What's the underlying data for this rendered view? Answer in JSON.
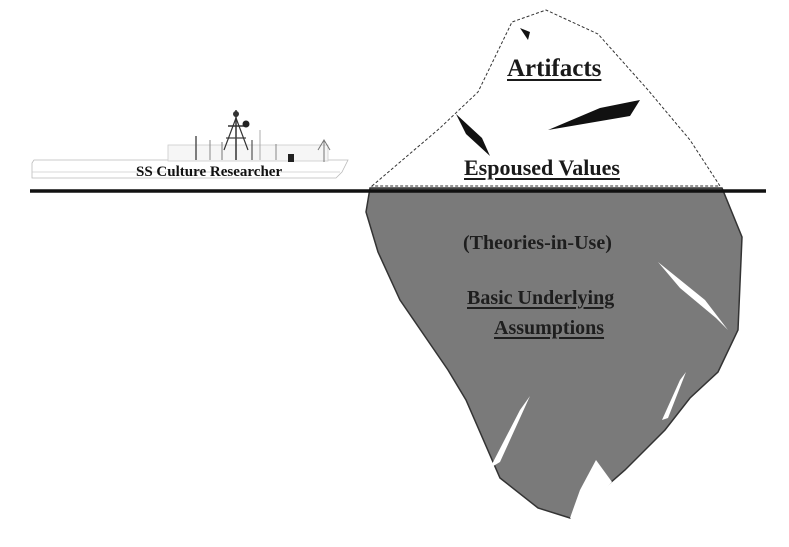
{
  "labels": {
    "artifacts": "Artifacts",
    "espoused_values": "Espoused Values",
    "theories_in_use": "(Theories-in-Use)",
    "basic_assumptions_line1": "Basic Underlying",
    "basic_assumptions_line2": "Assumptions",
    "ship_name": "SS Culture Researcher"
  },
  "colors": {
    "waterline": "#111111",
    "iceberg_below": "#7a7a7a",
    "iceberg_above": "#ffffff",
    "outline": "#222222"
  }
}
